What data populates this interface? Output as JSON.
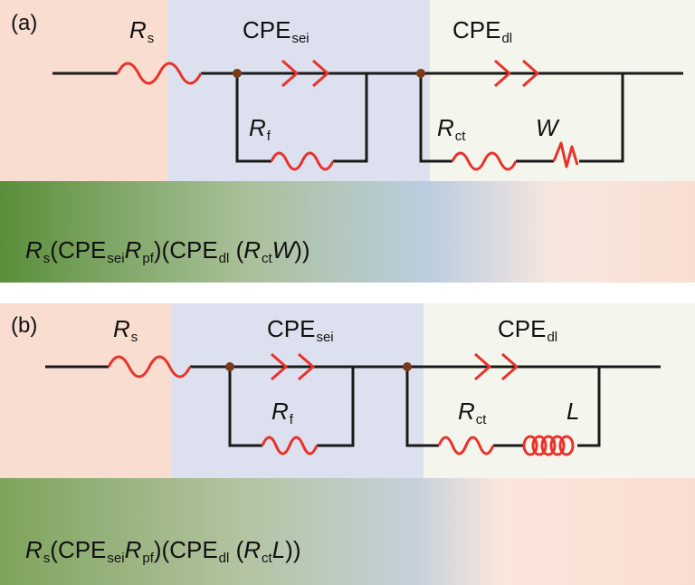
{
  "panels": [
    {
      "label": "(a)",
      "components": {
        "rs": {
          "main": "R",
          "sub": "s"
        },
        "cpe_sei": {
          "main": "CPE",
          "sub": "sei"
        },
        "cpe_dl": {
          "main": "CPE",
          "sub": "dl"
        },
        "rf": {
          "main": "R",
          "sub": "f"
        },
        "rct": {
          "main": "R",
          "sub": "ct"
        },
        "extra": {
          "main": "W"
        }
      },
      "formula": {
        "p1": "R",
        "s1": "s",
        "p2": "(CPE",
        "s2": "sei",
        "p3": "R",
        "s3": "pf",
        "p4": ")(CPE",
        "s4": "dl",
        "p5": " (",
        "p6": "R",
        "s6": "ct",
        "p7": "W",
        "p8": "))"
      }
    },
    {
      "label": "(b)",
      "components": {
        "rs": {
          "main": "R",
          "sub": "s"
        },
        "cpe_sei": {
          "main": "CPE",
          "sub": "sei"
        },
        "cpe_dl": {
          "main": "CPE",
          "sub": "dl"
        },
        "rf": {
          "main": "R",
          "sub": "f"
        },
        "rct": {
          "main": "R",
          "sub": "ct"
        },
        "extra": {
          "main": "L"
        }
      },
      "formula": {
        "p1": "R",
        "s1": "s",
        "p2": "(CPE",
        "s2": "sei",
        "p3": "R",
        "s3": "pf",
        "p4": ")(CPE",
        "s4": "dl",
        "p5": " (",
        "p6": "R",
        "s6": "ct",
        "p7": "L",
        "p8": "))"
      }
    }
  ],
  "colors": {
    "salmon": "#f9ddd1",
    "lavender": "#dde0ee",
    "cream": "#f4f6ee",
    "green": "#5a8f3a",
    "blue_mid": "#bccde0",
    "wire": "#1a1a1a",
    "element": "#e8322a",
    "node": "#7a3a1a"
  }
}
